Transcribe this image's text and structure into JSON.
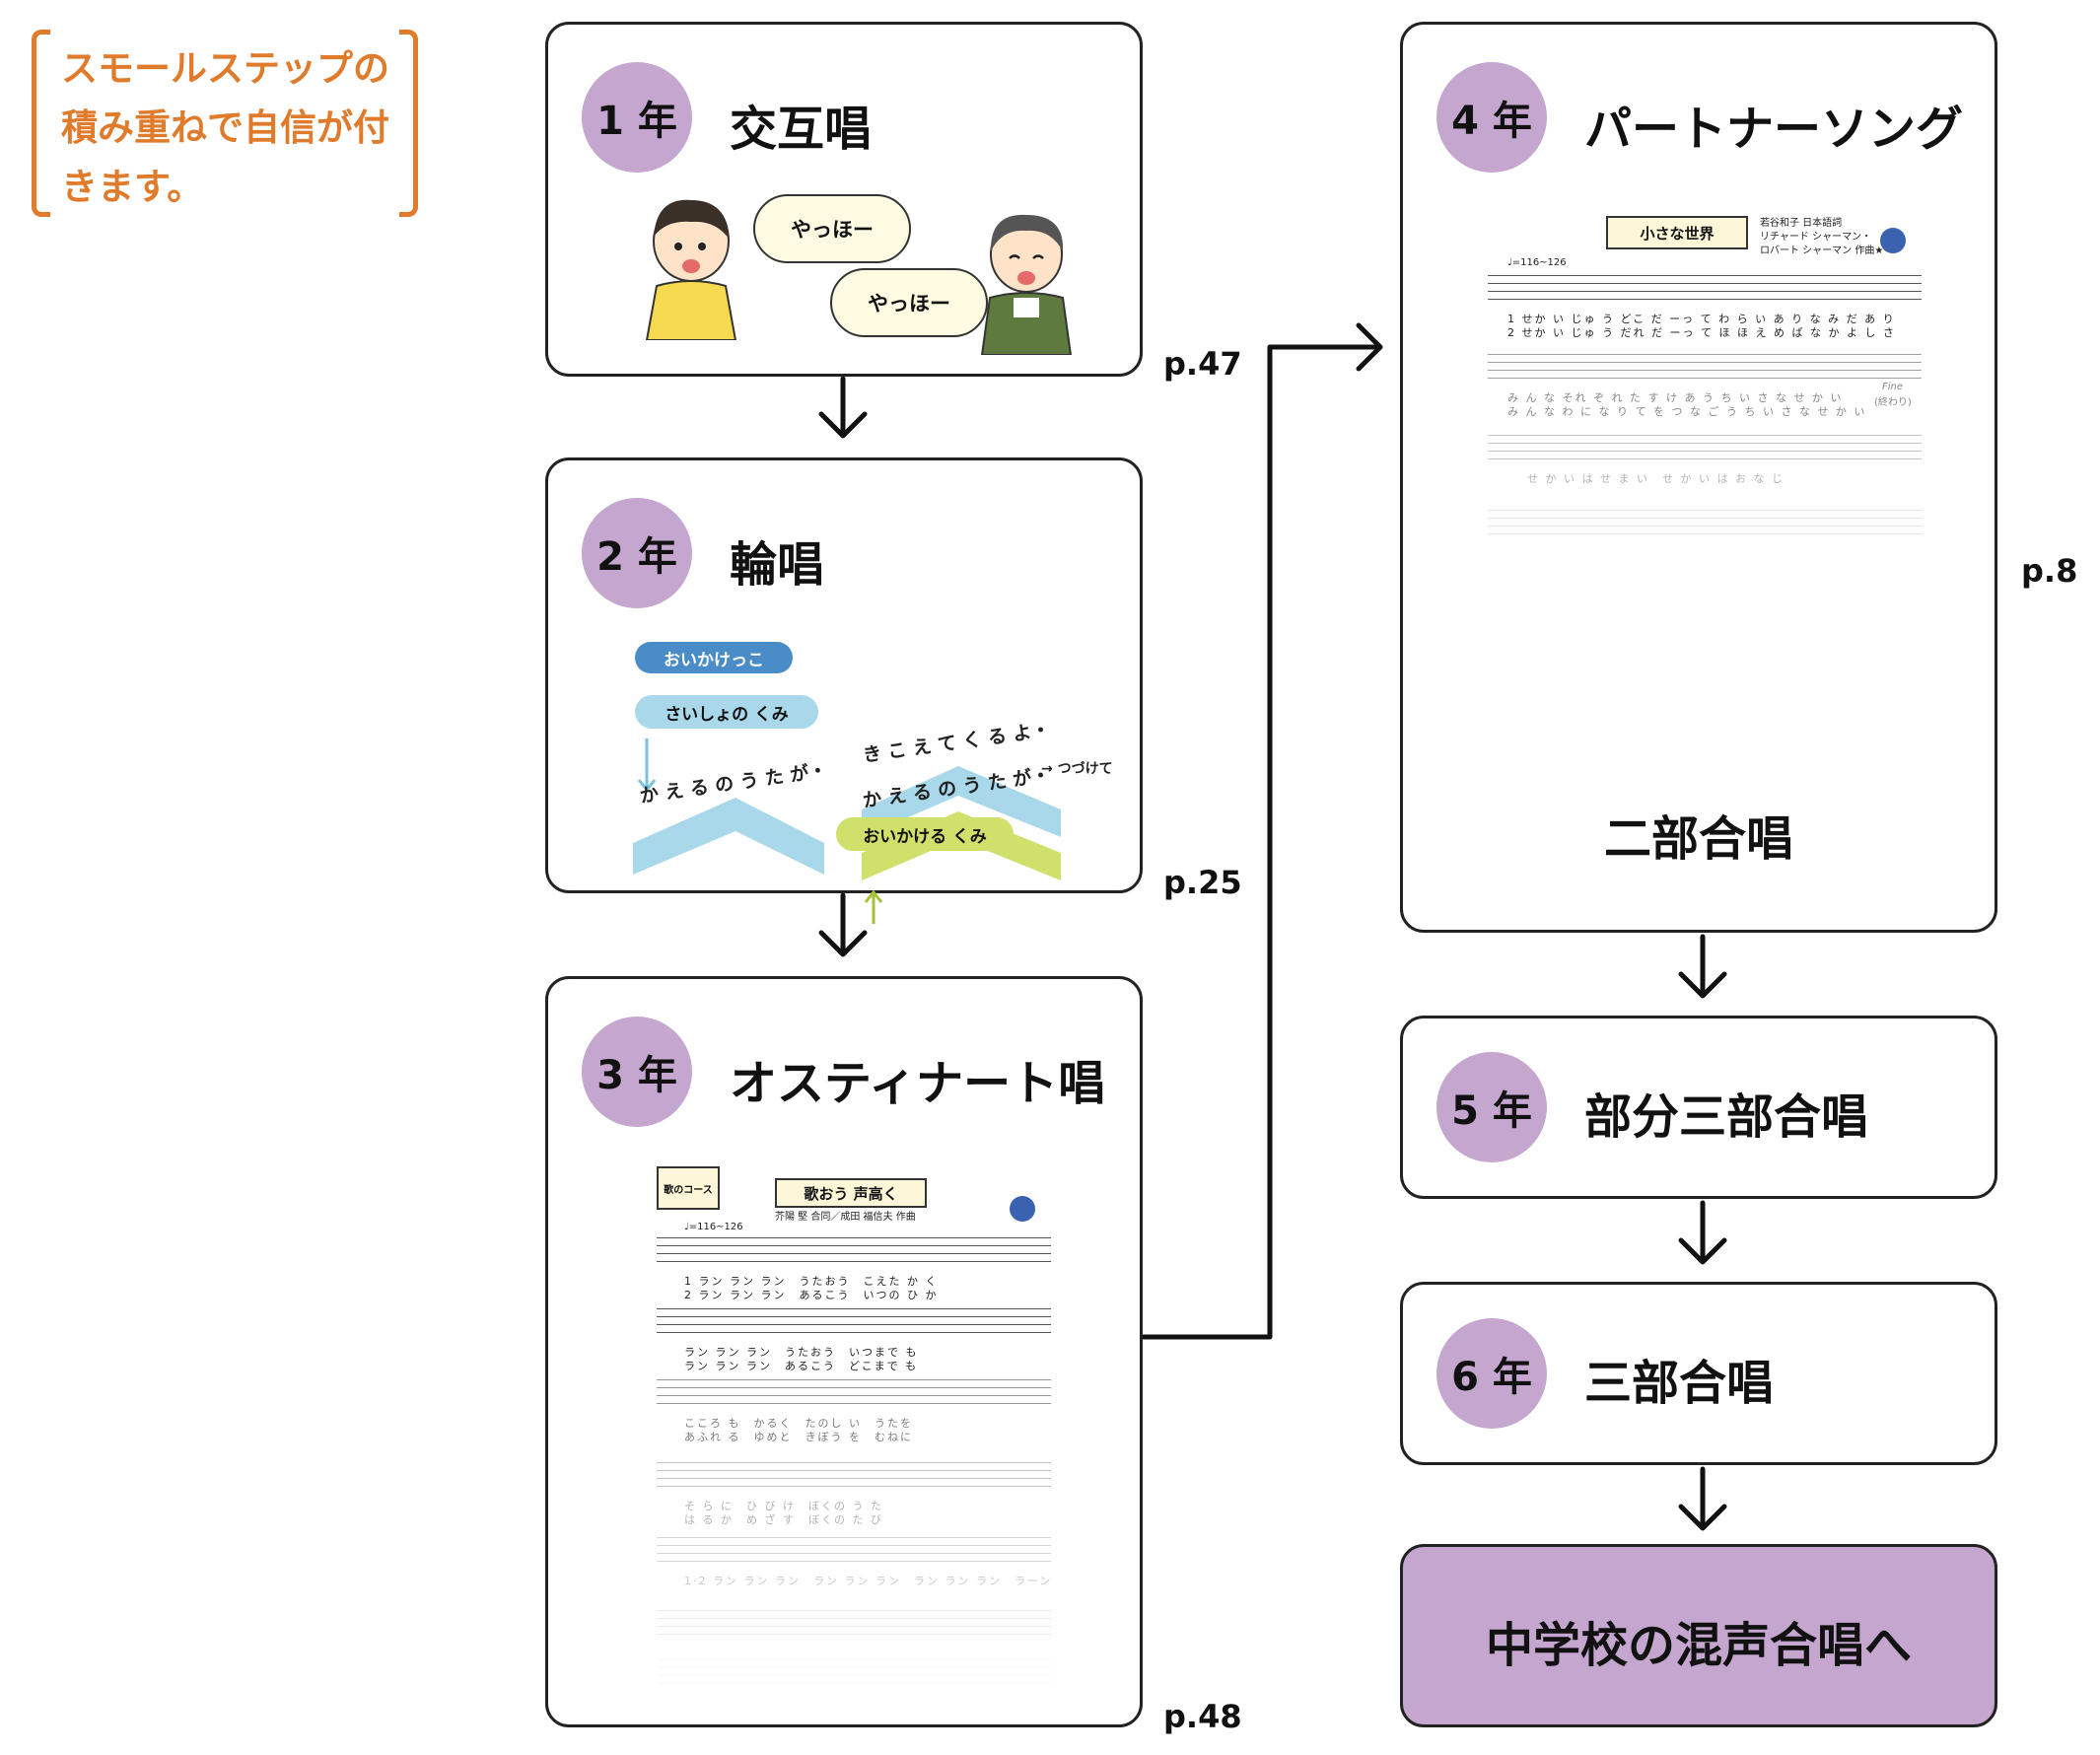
{
  "note": {
    "line1": "スモールステップの",
    "line2": "積み重ねで自信が付",
    "line3": "きます。"
  },
  "grades": [
    {
      "badge": "1 年",
      "title": "交互唱",
      "page": "p.47"
    },
    {
      "badge": "2 年",
      "title": "輪唱",
      "page": "p.25"
    },
    {
      "badge": "3 年",
      "title": "オスティナート唱",
      "page": "p.48"
    },
    {
      "badge": "4 年",
      "title": "パートナーソング",
      "subtitle": "二部合唱",
      "page": "p.8"
    },
    {
      "badge": "5 年",
      "title": "部分三部合唱"
    },
    {
      "badge": "6 年",
      "title": "三部合唱"
    }
  ],
  "final": {
    "title": "中学校の混声合唱へ"
  },
  "grade1_art": {
    "bubble1": "やっほー",
    "bubble2": "やっほー"
  },
  "grade2_art": {
    "tag_main": "おいかけっこ",
    "tag_first": "さいしょの くみ",
    "tag_second": "おいかける くみ",
    "row1_left": "か え る の う た が・",
    "row1_right": "き こ え て く る よ・",
    "row2_right": "か え る の う た が・",
    "continue": "→ つづけて"
  },
  "grade3_art": {
    "course": "歌のコース",
    "song_title": "歌おう 声高く",
    "credit": "芥陽 堅 合同／成田 福信夫 作曲",
    "tempo": "♩=116~126",
    "lyric1a": "1 ラン ラン ラン　うたおう　こえた か く",
    "lyric1b": "2 ラン ラン ラン　あるこう　いつの ひ か",
    "lyric2a": "ラン ラン ラン　うたおう　いつまで も",
    "lyric2b": "ラン ラン ラン　あるこう　どこまで も",
    "lyric3a": "こころ も　かるく　たのし い　うたを",
    "lyric3b": "あふれ る　ゆめと　きぼう を　むねに",
    "lyric4a": "そ ら に　ひ び け　ぼくの う た",
    "lyric4b": "は る か　め ざ す　ぼくの た び",
    "lyric5": "1·2 ラン ラン ラン　ラン ラン ラン　ラン ラン ラン　ラーン"
  },
  "grade4_art": {
    "song_title": "小さな世界",
    "credit1": "若谷和子 日本語詞",
    "credit2": "リチャード シャーマン・",
    "credit3": "ロバート シャーマン 作曲★",
    "tempo": "♩=116~126",
    "lyric1a": "1 せか い じゅ う どこ だ ーっ て わ ら い あ り な み だ あ り",
    "lyric1b": "2 せか い じゅ う だれ だ ーっ て ほ ほ え め ば な か よ し さ",
    "lyric2a": "み ん な それ ぞ れ た す け あ う ち い さ な せ か い",
    "lyric2b": "み ん な わ に な り て を つ な ご う ち い さ な せ か い",
    "lyric3": "せ か い は せ ま い　せ か い は お な じ",
    "fine": "Fine",
    "fine_note": "(終わり)"
  }
}
